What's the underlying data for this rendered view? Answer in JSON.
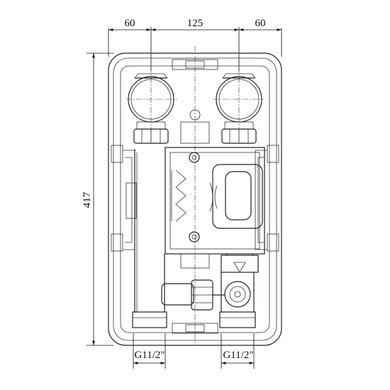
{
  "dimensions": {
    "left_width": "60",
    "center_width": "125",
    "right_width": "60",
    "height": "417",
    "left_thread": "G11/2\"",
    "right_thread": "G11/2\""
  }
}
